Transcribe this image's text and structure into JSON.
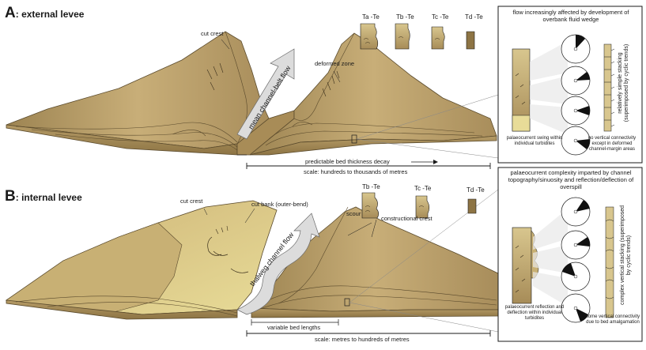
{
  "panelA": {
    "letter": "A",
    "title": ": external levee",
    "labels": {
      "cut_crest": "cut crest",
      "deformed_zone": "deformed zone",
      "flow": "mean channel-belt flow",
      "decay": "predictable bed thickness decay",
      "scale": "scale: hundreds to thousands of metres"
    },
    "tt_labels": [
      "Ta -Te",
      "Tb -Te",
      "Tc -Te",
      "Td -Te"
    ],
    "box": {
      "title": "flow increasingly affected by development of overbank fluid wedge",
      "note_left": "palaeocurrent swing within individual turbidites",
      "note_right": "no vertical connectivity except in deformed channel-margin areas",
      "stacking": "relatively simple stacking (superimposed by cyclic trends)"
    }
  },
  "panelB": {
    "letter": "B",
    "title": ": internal levee",
    "labels": {
      "cut_crest": "cut crest",
      "cut_bank": "cut bank (outer-bend)",
      "scour": "scour",
      "constructional": "constructional  crest",
      "flow": "thalweg channel flow",
      "variable": "variable bed lengths",
      "scale": "scale: metres to hundreds of metres"
    },
    "tt_labels": [
      "Tb -Te",
      "Tc -Te",
      "Td -Te"
    ],
    "box": {
      "title": "palaeocurrent complexity imparted by channel topography/sinuosity and reflection/deflection of overspill",
      "note_left": "palaeocurrent reflection and  deflection within individual turbidites",
      "note_right": "some vertical connectivity due to bed amalgamation",
      "stacking": "complex vertical stacking (superimposed by cyclic trends)"
    }
  },
  "colors": {
    "sediment": "#c9b07a",
    "sediment_dark": "#8f7645",
    "sediment_light": "#e6d9a0",
    "arrow": "#dcdcdc",
    "ink": "#1a1a1a"
  }
}
